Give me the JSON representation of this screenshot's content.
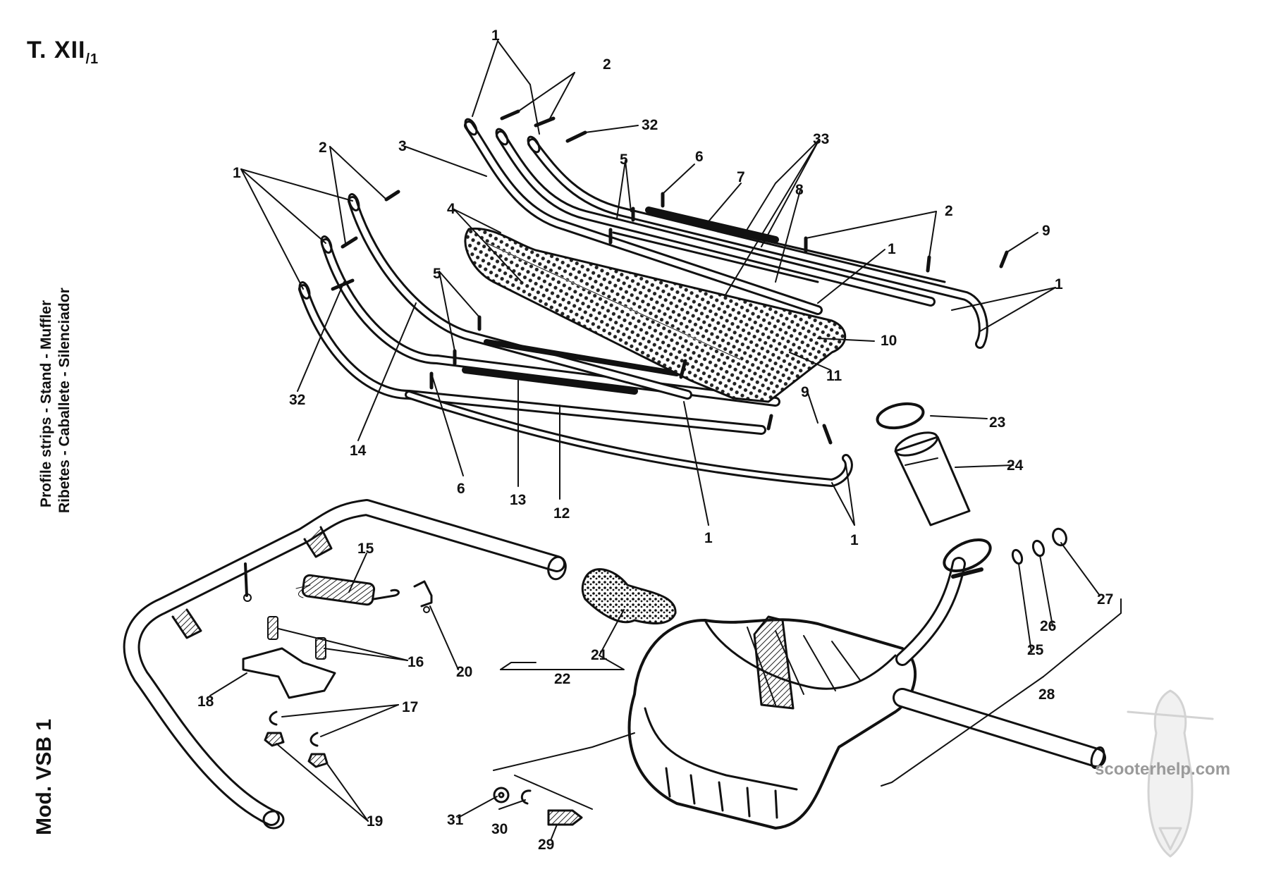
{
  "plate": {
    "main": "T. XII",
    "sub": "/1"
  },
  "captions": {
    "english": "Profile strips - Stand - Muffler",
    "spanish": "Ribetes - Caballete - Silenciador",
    "model": "Mod. VSB 1"
  },
  "watermark": "scooterhelp.com",
  "callouts": [
    {
      "id": "c1a",
      "text": "1"
    },
    {
      "id": "c2a",
      "text": "2"
    },
    {
      "id": "c32a",
      "text": "32"
    },
    {
      "id": "c3",
      "text": "3"
    },
    {
      "id": "c33",
      "text": "33"
    },
    {
      "id": "c5a",
      "text": "5"
    },
    {
      "id": "c6a",
      "text": "6"
    },
    {
      "id": "c7",
      "text": "7"
    },
    {
      "id": "c8",
      "text": "8"
    },
    {
      "id": "c2b",
      "text": "2"
    },
    {
      "id": "c9a",
      "text": "9"
    },
    {
      "id": "c1b",
      "text": "1"
    },
    {
      "id": "c1c",
      "text": "1"
    },
    {
      "id": "c10",
      "text": "10"
    },
    {
      "id": "c11",
      "text": "11"
    },
    {
      "id": "c4",
      "text": "4"
    },
    {
      "id": "c2c",
      "text": "2"
    },
    {
      "id": "c1d",
      "text": "1"
    },
    {
      "id": "c5b",
      "text": "5"
    },
    {
      "id": "c32b",
      "text": "32"
    },
    {
      "id": "c14",
      "text": "14"
    },
    {
      "id": "c6b",
      "text": "6"
    },
    {
      "id": "c13",
      "text": "13"
    },
    {
      "id": "c12",
      "text": "12"
    },
    {
      "id": "c1e",
      "text": "1"
    },
    {
      "id": "c1f",
      "text": "1"
    },
    {
      "id": "c9b",
      "text": "9"
    },
    {
      "id": "c23",
      "text": "23"
    },
    {
      "id": "c24",
      "text": "24"
    },
    {
      "id": "c15",
      "text": "15"
    },
    {
      "id": "c16",
      "text": "16"
    },
    {
      "id": "c18",
      "text": "18"
    },
    {
      "id": "c17",
      "text": "17"
    },
    {
      "id": "c19",
      "text": "19"
    },
    {
      "id": "c20",
      "text": "20"
    },
    {
      "id": "c21",
      "text": "21"
    },
    {
      "id": "c22",
      "text": "22"
    },
    {
      "id": "c25",
      "text": "25"
    },
    {
      "id": "c26",
      "text": "26"
    },
    {
      "id": "c27",
      "text": "27"
    },
    {
      "id": "c28",
      "text": "28"
    },
    {
      "id": "c31",
      "text": "31"
    },
    {
      "id": "c30",
      "text": "30"
    },
    {
      "id": "c29",
      "text": "29"
    }
  ]
}
